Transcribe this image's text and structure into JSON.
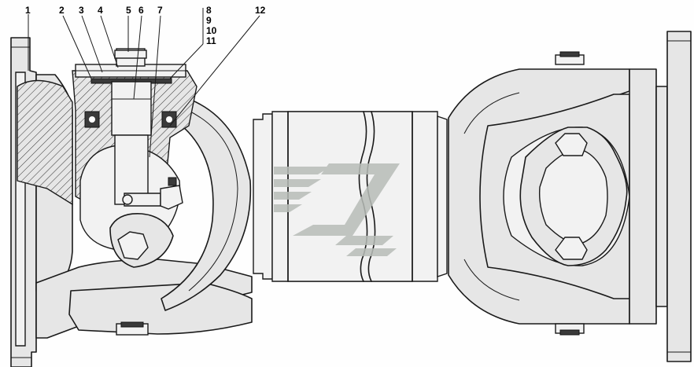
{
  "callouts": {
    "c1": "1",
    "c2": "2",
    "c3": "3",
    "c4": "4",
    "c5": "5",
    "c6": "6",
    "c7": "7",
    "c8": "8",
    "c9": "9",
    "c10": "10",
    "c11": "11",
    "c12": "12"
  },
  "colors": {
    "part_fill": "#e6e6e6",
    "outline": "#1a1a1a",
    "watermark": "#b8bdb8"
  }
}
